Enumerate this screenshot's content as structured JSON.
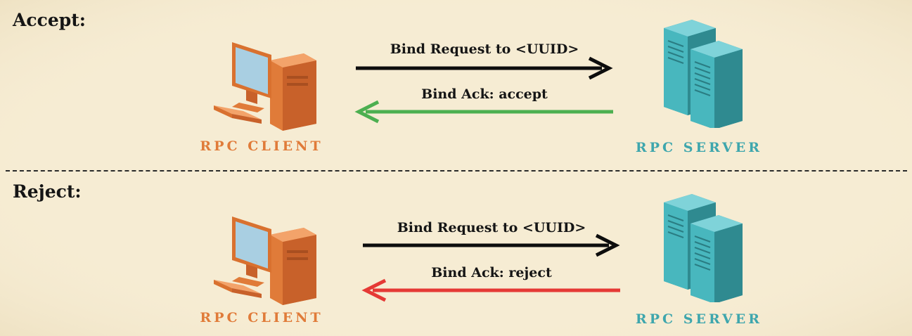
{
  "colors": {
    "background": "#f6ecd3",
    "client_orange": "#e07b39",
    "server_teal": "#3ea6ad",
    "arrow_request": "#0d0d0d",
    "arrow_accept": "#4caf50",
    "arrow_reject": "#e53935",
    "monitor_screen": "#a9cfe2"
  },
  "icons": {
    "client": "desktop-computer-icon",
    "server": "server-rack-icon"
  },
  "accept": {
    "title": "Accept:",
    "request_label": "Bind Request to <UUID>",
    "response_label": "Bind Ack: accept",
    "client_label": "RPC CLIENT",
    "server_label": "RPC SERVER"
  },
  "reject": {
    "title": "Reject:",
    "request_label": "Bind Request to <UUID>",
    "response_label": "Bind Ack: reject",
    "client_label": "RPC CLIENT",
    "server_label": "RPC SERVER"
  }
}
